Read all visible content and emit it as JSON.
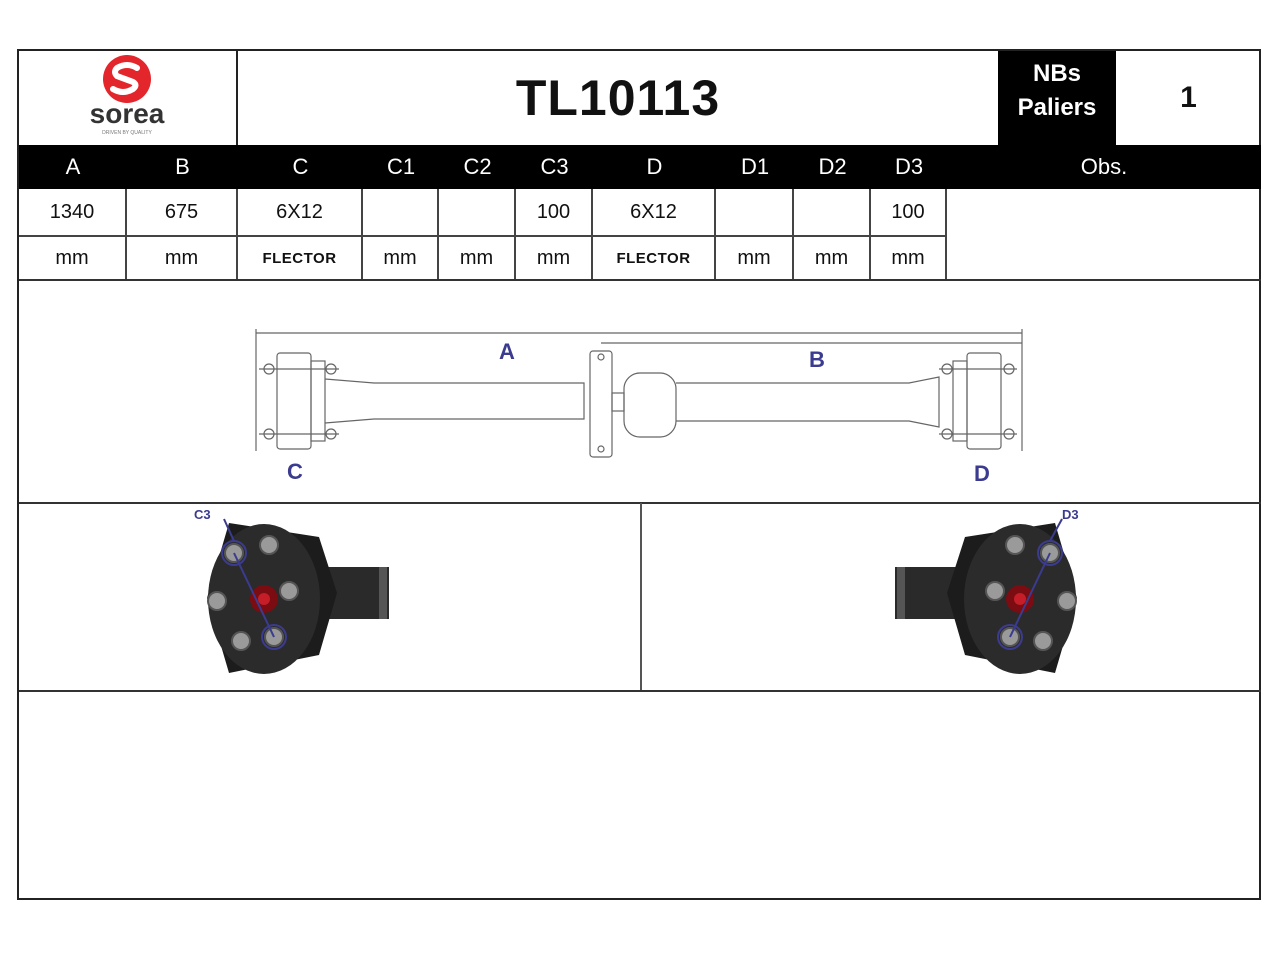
{
  "header": {
    "brand": "sorea",
    "brand_tagline": "DRIVEN BY QUALITY",
    "part_number": "TL10113",
    "nbs_label_line1": "NBs",
    "nbs_label_line2": "Paliers",
    "nbs_value": "1"
  },
  "table": {
    "columns": [
      "A",
      "B",
      "C",
      "C1",
      "C2",
      "C3",
      "D",
      "D1",
      "D2",
      "D3"
    ],
    "obs_label": "Obs.",
    "values": [
      "1340",
      "675",
      "6X12",
      "",
      "",
      "100",
      "6X12",
      "",
      "",
      "100"
    ],
    "units": [
      "mm",
      "mm",
      "FLECTOR",
      "mm",
      "mm",
      "mm",
      "FLECTOR",
      "mm",
      "mm",
      "mm"
    ]
  },
  "drawing": {
    "labels": {
      "a": "A",
      "b": "B",
      "c": "C",
      "d": "D",
      "c3": "C3",
      "d3": "D3"
    }
  },
  "colors": {
    "brand_red": "#e3262b",
    "header_black": "#000000",
    "dimension_blue": "#3b3b8f"
  }
}
